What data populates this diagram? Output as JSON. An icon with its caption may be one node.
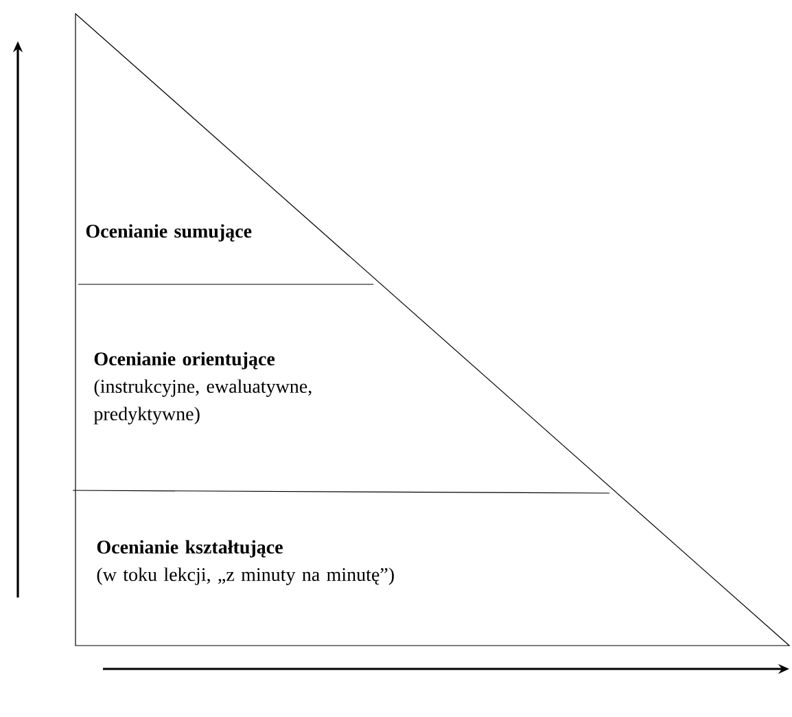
{
  "diagram": {
    "nodes": [
      {
        "text": [
          "Ocenianie sumujące"
        ]
      },
      {
        "text": [
          "Ocenianie orientujące",
          "(instrukcyjne, ewaluatywne, predyktywne)"
        ]
      },
      {
        "text": [
          "Ocenianie kształtujące",
          "(w toku lekcji, „z minuty na minutę”)"
        ]
      }
    ]
  }
}
